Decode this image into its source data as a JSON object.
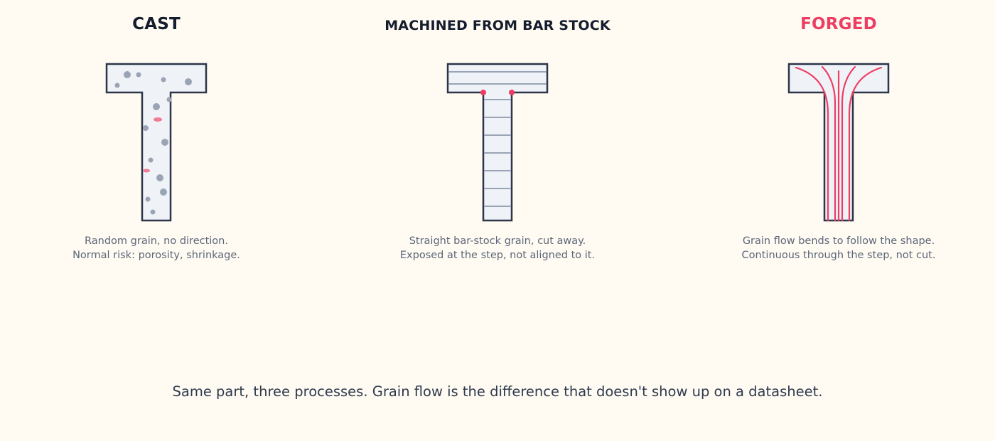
{
  "panels": {
    "cast": {
      "title": "CAST",
      "caption_line1": "Random grain, no direction.",
      "caption_line2": "Normal risk: porosity, shrinkage.",
      "accent": "#141c2e"
    },
    "machined": {
      "title": "MACHINED FROM BAR STOCK",
      "caption_line1": "Straight bar-stock grain, cut away.",
      "caption_line2": "Exposed at the step, not aligned to it.",
      "accent": "#141c2e"
    },
    "forged": {
      "title": "FORGED",
      "caption_line1": "Grain flow bends to follow the shape.",
      "caption_line2": "Continuous through the step, not cut.",
      "accent": "#ee3d63"
    }
  },
  "footer": {
    "text": "Same part, three processes. Grain flow is the difference that doesn't show up on a datasheet."
  },
  "colors": {
    "background": "#fffbf2",
    "part_fill": "#eff3f8",
    "outline": "#2c3549",
    "grain": "#9aa4b4",
    "highlight": "#ee3d63"
  }
}
